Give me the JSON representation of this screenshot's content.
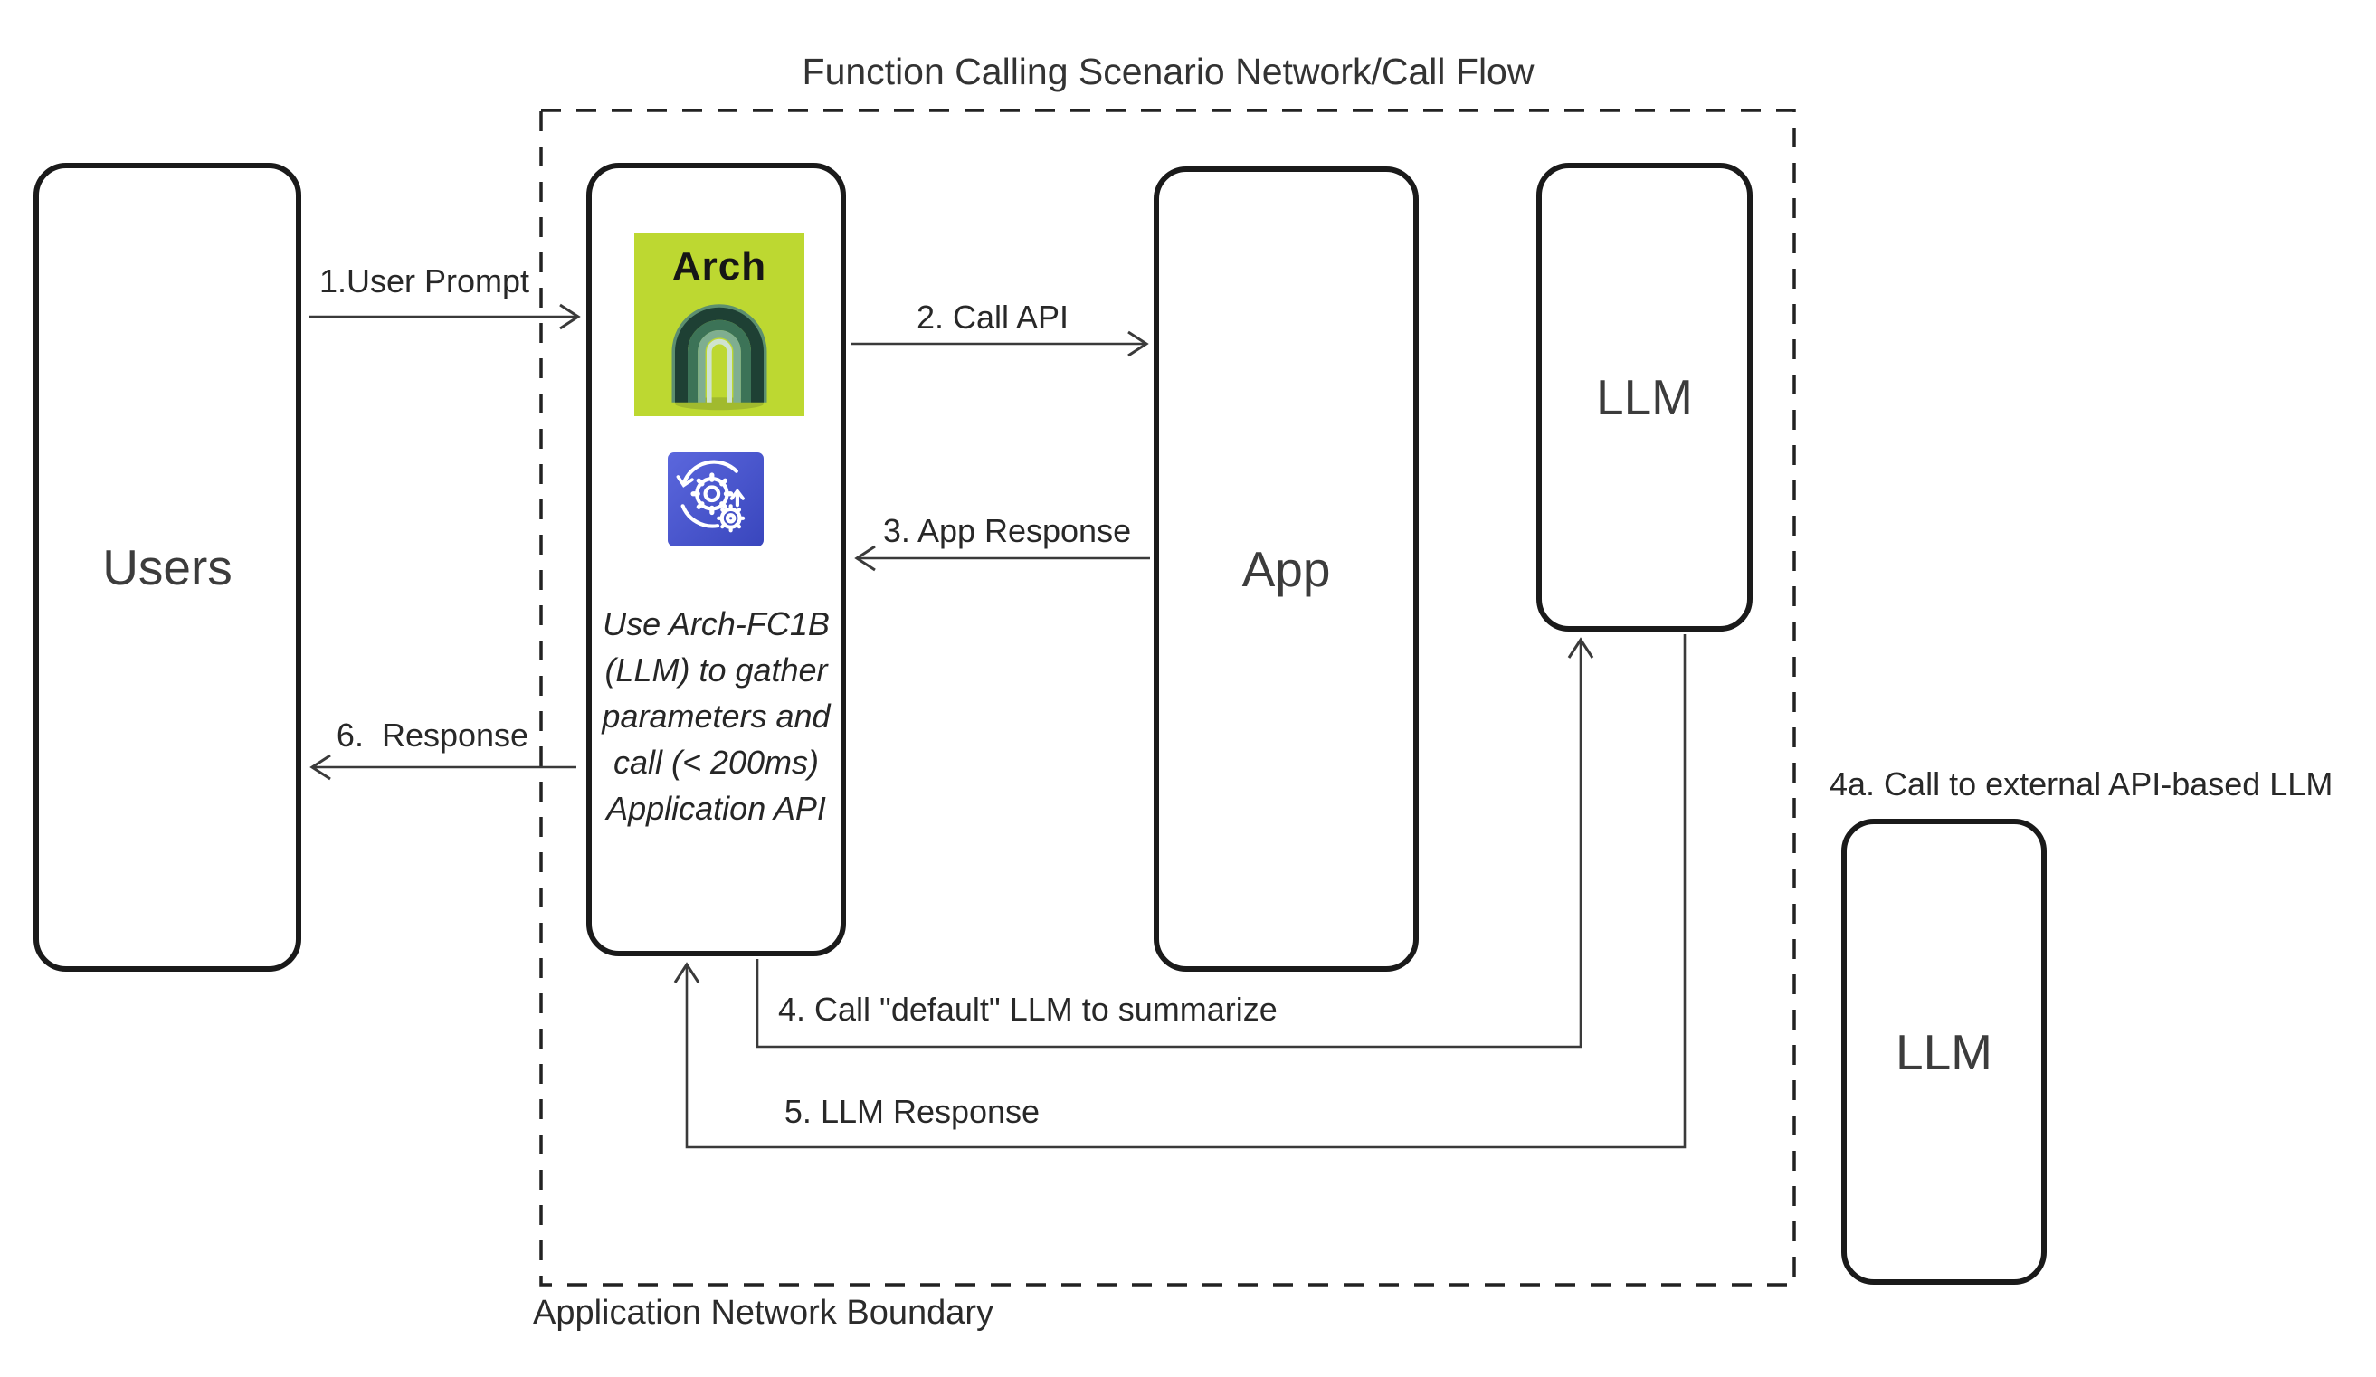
{
  "title": "Function Calling Scenario Network/Call Flow",
  "boundary": {
    "label": "Application Network Boundary"
  },
  "nodes": {
    "users": {
      "label": "Users"
    },
    "arch": {
      "logo_text": "Arch",
      "description": "Use Arch-FC1B (LLM) to gather parameters and call (< 200ms) Application API"
    },
    "app": {
      "label": "App"
    },
    "internal_llm": {
      "label": "LLM"
    },
    "external_llm": {
      "label": "LLM",
      "caption": "4a. Call to external API-based LLM"
    }
  },
  "edges": {
    "user_prompt": "1.User Prompt",
    "call_api": "2. Call API",
    "app_response": "3. App Response",
    "call_default_llm": "4. Call \"default\" LLM to summarize",
    "llm_response": "5. LLM Response",
    "response": "6.  Response"
  },
  "colors": {
    "arch_logo_bg": "#bdd831",
    "gear_bg_top": "#5b67dd",
    "gear_bg_bottom": "#3946bd",
    "line": "#3a3a3a",
    "border": "#1a1a1a",
    "text": "#2e2e2e"
  }
}
